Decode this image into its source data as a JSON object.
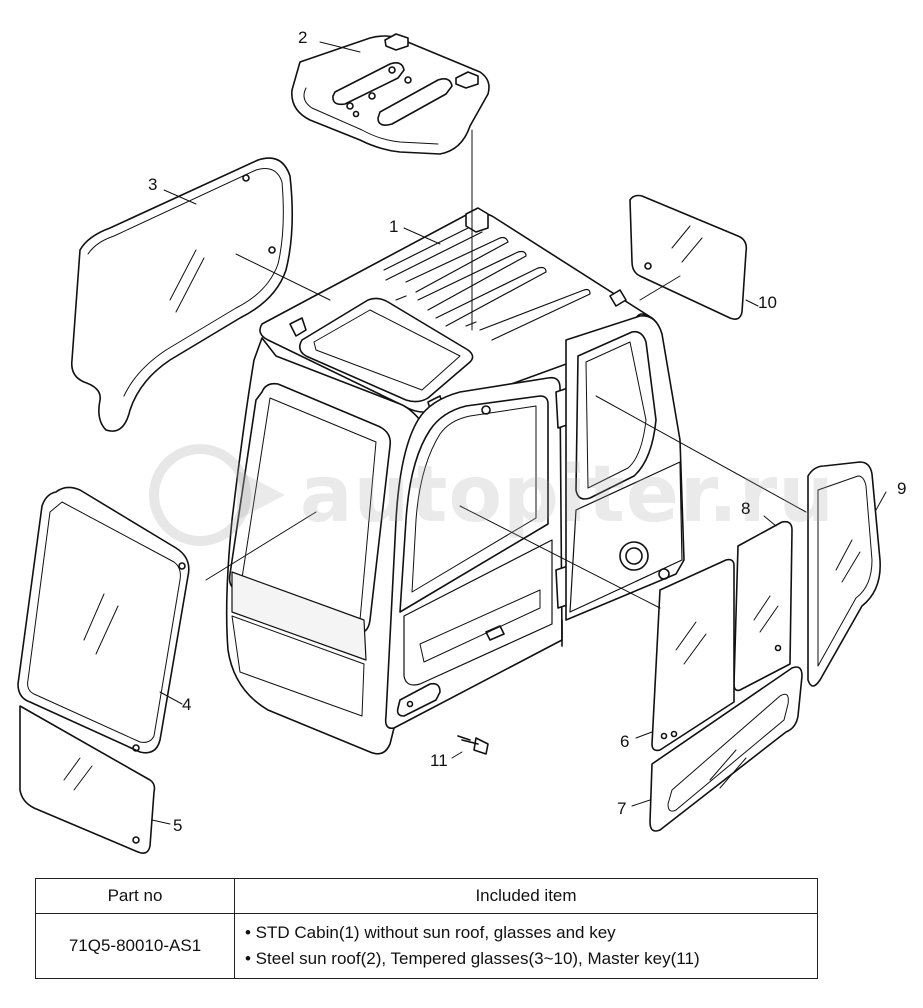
{
  "callouts": {
    "c1": "1",
    "c2": "2",
    "c3": "3",
    "c4": "4",
    "c5": "5",
    "c6": "6",
    "c7": "7",
    "c8": "8",
    "c9": "9",
    "c10": "10",
    "c11": "11"
  },
  "watermark": {
    "text": "autopiter.ru"
  },
  "table": {
    "header": {
      "part_no": "Part no",
      "included_item": "Included item"
    },
    "rows": [
      {
        "part_no": "71Q5-80010-AS1",
        "items": [
          "• STD Cabin(1) without sun roof, glasses and key",
          "• Steel sun roof(2), Tempered glasses(3~10), Master key(11)"
        ]
      }
    ]
  }
}
